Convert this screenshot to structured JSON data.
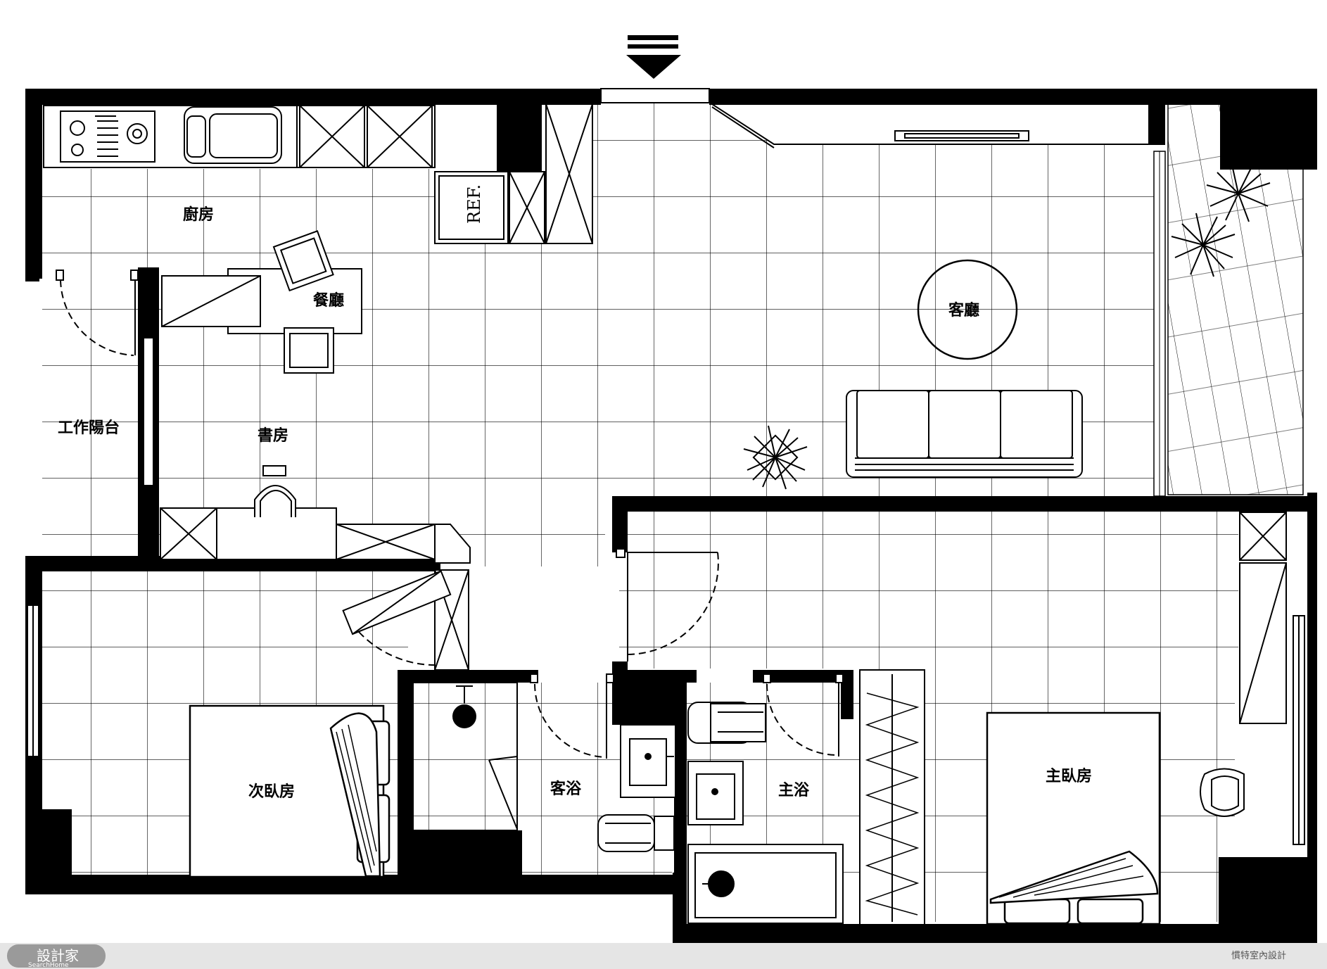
{
  "rooms": {
    "kitchen": "廚房",
    "dining": "餐廳",
    "living": "客廳",
    "service_balcony": "工作陽台",
    "study": "書房",
    "second_bedroom": "次臥房",
    "guest_bath": "客浴",
    "master_bath": "主浴",
    "master_bedroom": "主臥房"
  },
  "fixtures": {
    "fridge": "REF."
  },
  "footer": {
    "logo_text": "設計家",
    "logo_sub": "SearchHome",
    "designer_credit": "慣特室內設計"
  },
  "colors": {
    "wall": "#000000",
    "line": "#000000",
    "background": "#ffffff",
    "footer_bar": "#e5e5e5",
    "logo_badge": "#9a9a9a"
  }
}
